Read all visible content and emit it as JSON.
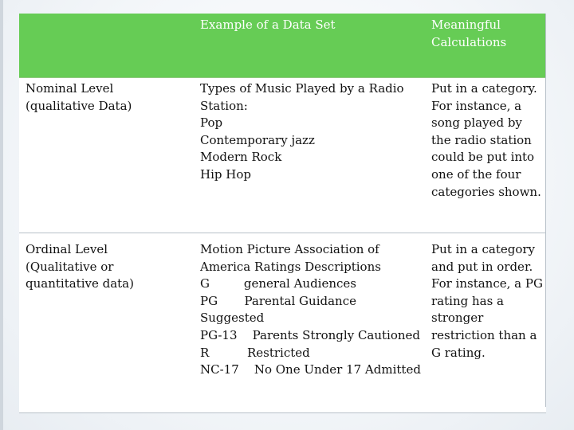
{
  "table": {
    "header": [
      "",
      "Example of a Data Set",
      "Meaningful Calculations"
    ],
    "rows": [
      {
        "level": "Nominal Level\n(qualitative Data)",
        "example": "Types of Music Played by a Radio Station:\nPop\nContemporary jazz\nModern Rock\nHip Hop",
        "calc": "Put in a category. For instance, a song played by the radio station could be put into one of the four categories shown."
      },
      {
        "level": "Ordinal Level\n(Qualitative or quantitative data)",
        "example": "Motion Picture Association of America Ratings Descriptions\nG         general Audiences\nPG       Parental Guidance Suggested\nPG-13    Parents Strongly Cautioned\nR          Restricted\nNC-17    No One Under 17 Admitted",
        "calc": "Put in a category and put in order. For instance, a PG rating has a stronger restriction than a G rating."
      }
    ]
  }
}
